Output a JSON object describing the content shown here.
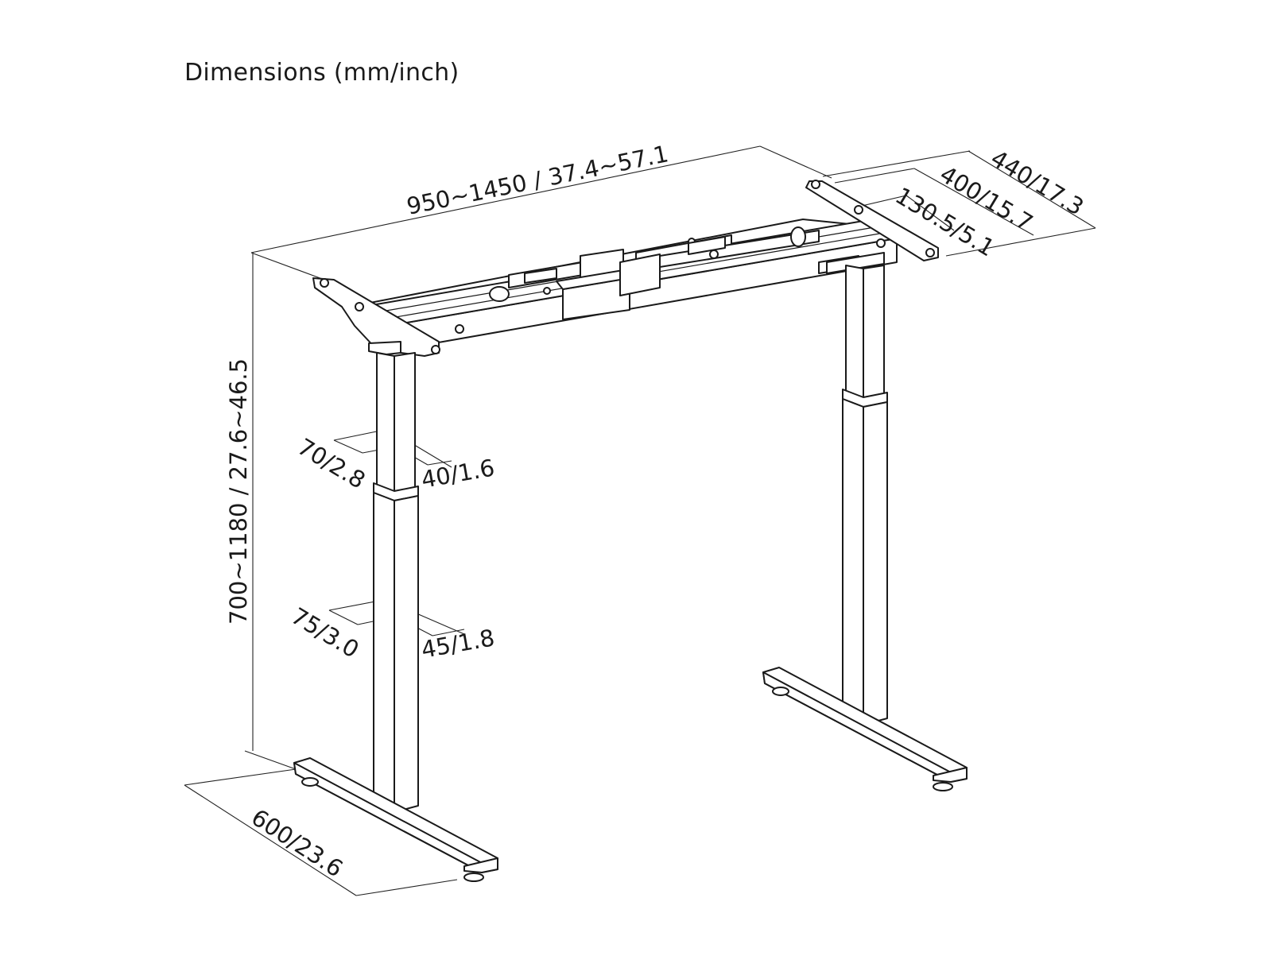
{
  "title": "Dimensions (mm/inch)",
  "labels": {
    "frame_width": "950~1450 / 37.4~57.1",
    "bracket_depth_outer": "440/17.3",
    "bracket_depth_inner": "400/15.7",
    "bracket_spacing": "130.5/5.1",
    "height_range": "700~1180 / 27.6~46.5",
    "upper_column_width": "70/2.8",
    "upper_column_depth": "40/1.6",
    "lower_column_width": "75/3.0",
    "lower_column_depth": "45/1.8",
    "foot_length": "600/23.6"
  },
  "icons": {
    "stroke_color": "#1a1a1a",
    "background_color": "#ffffff"
  }
}
